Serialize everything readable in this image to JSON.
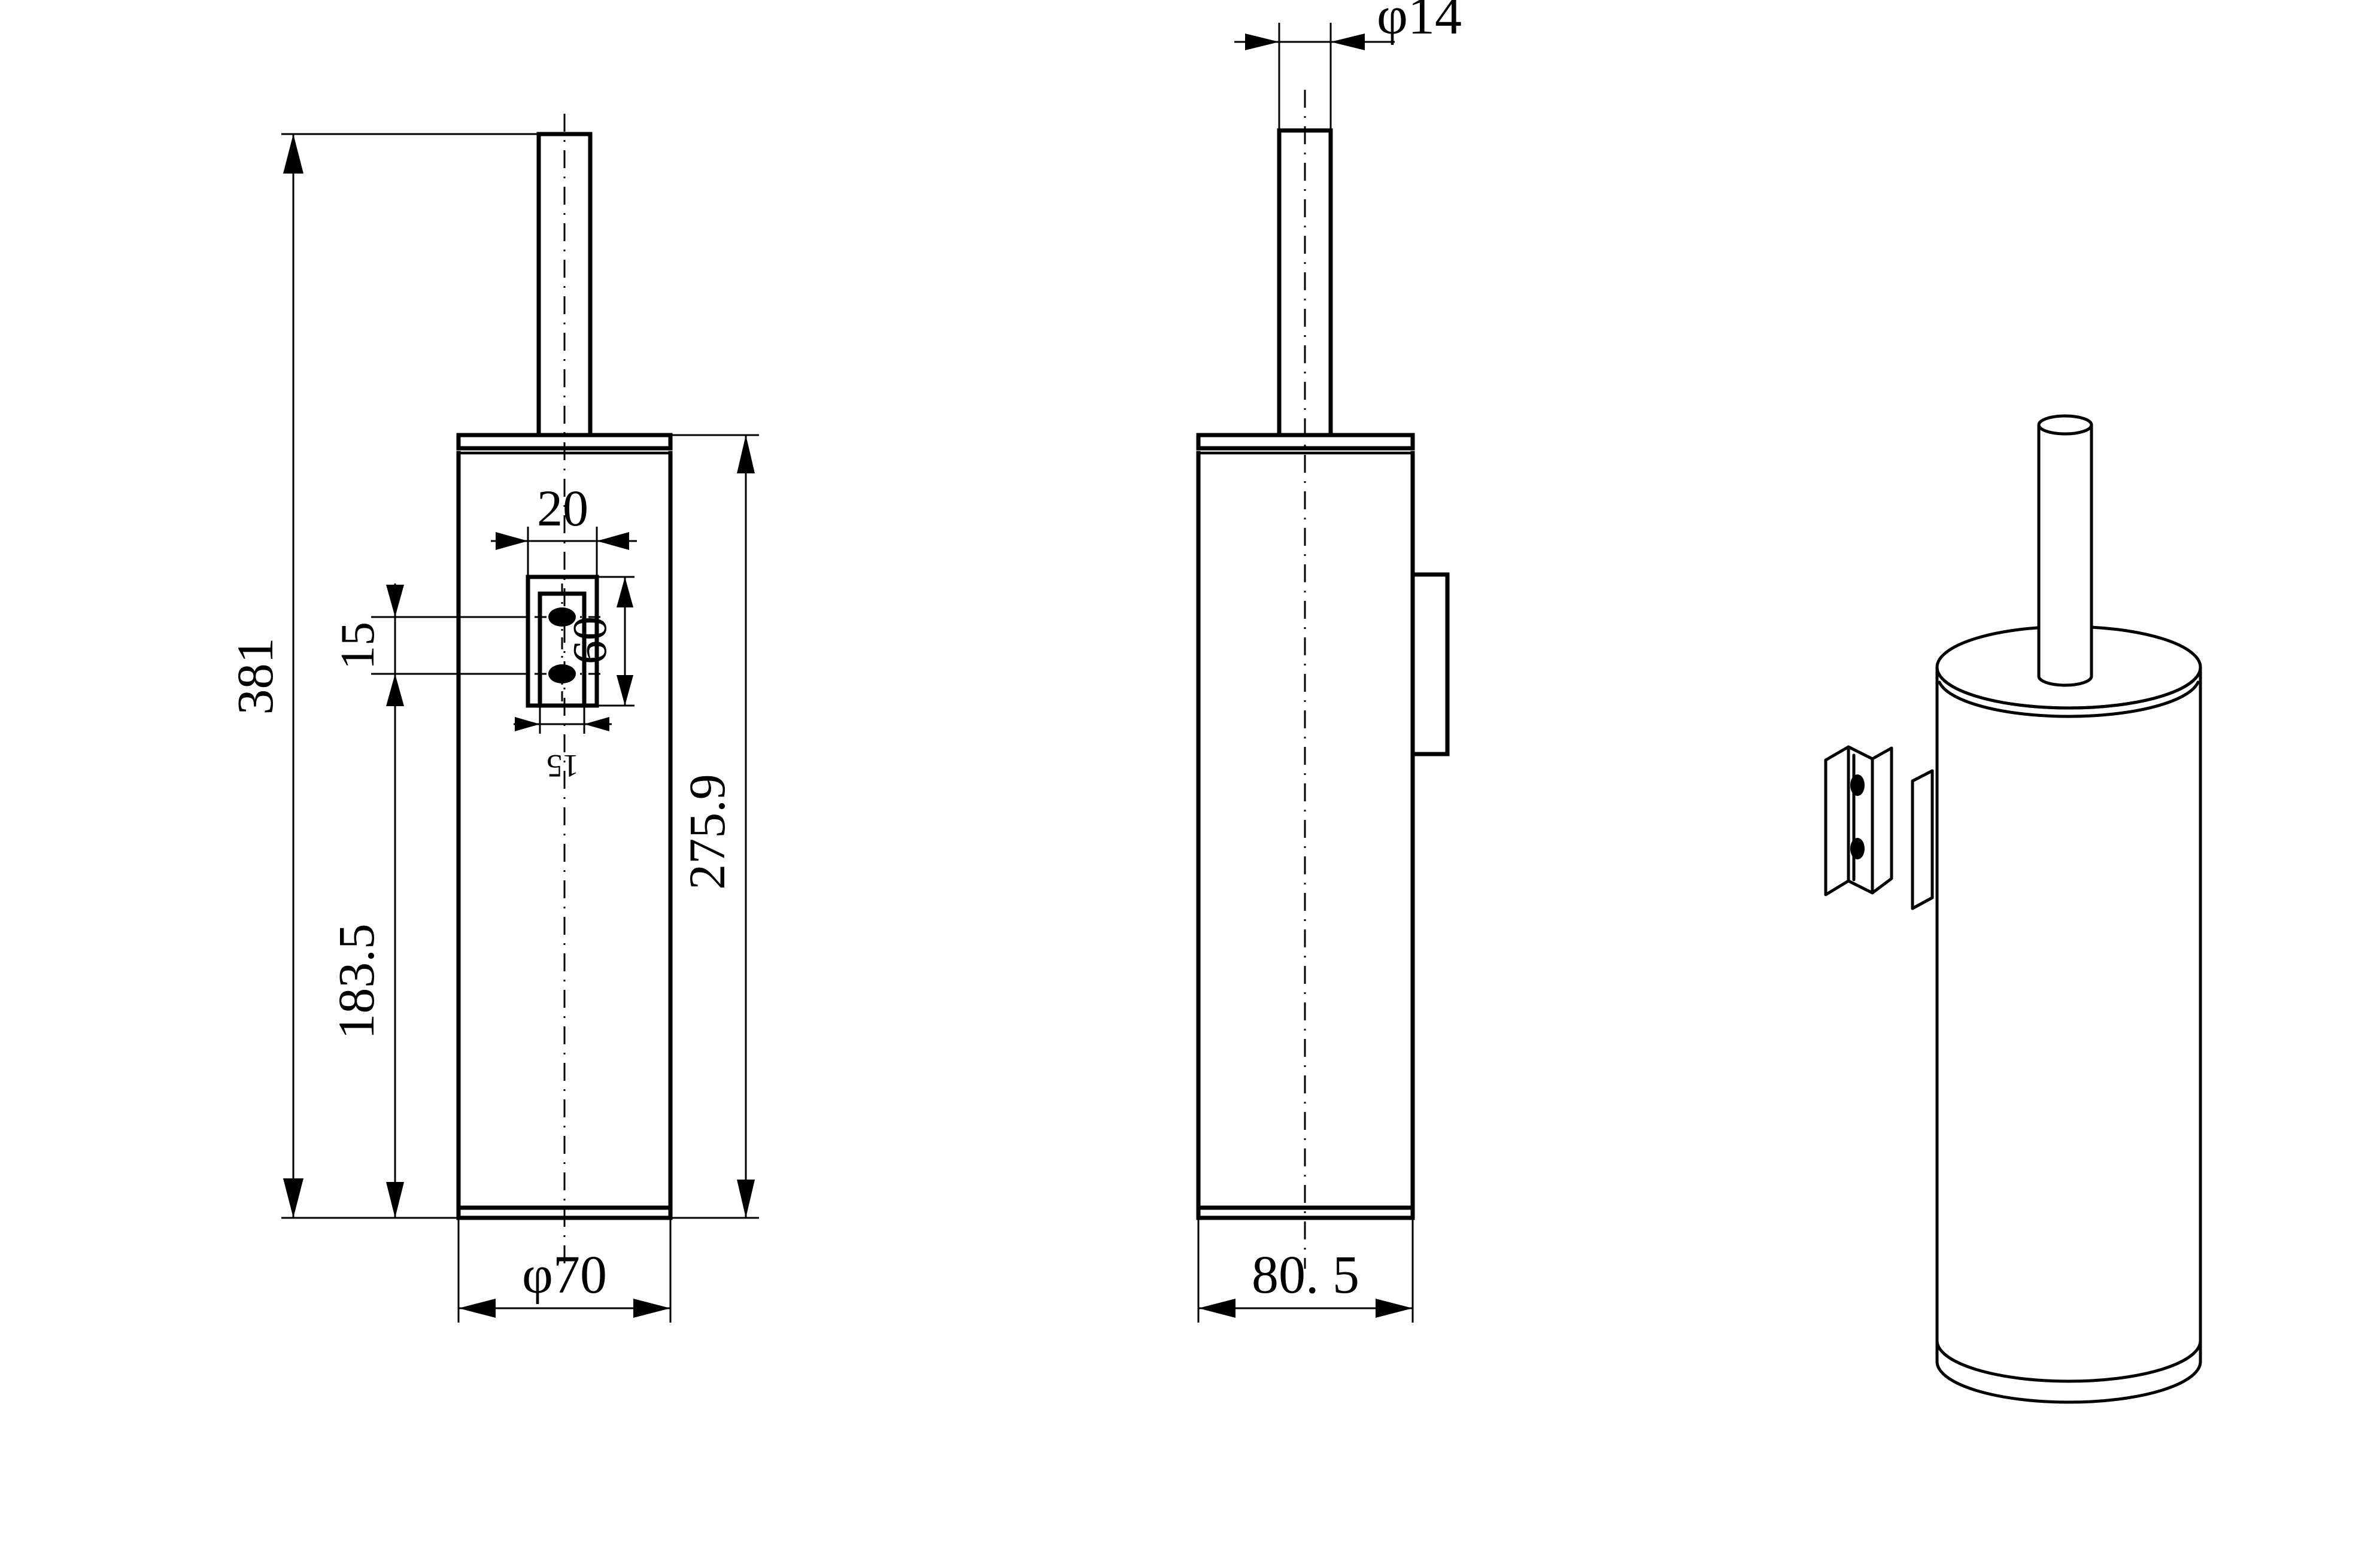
{
  "drawing": {
    "title": "Toilet brush holder – technical dimension drawing",
    "units": "mm",
    "line_color": "#000000",
    "background_color": "#ffffff"
  },
  "views": {
    "front": {
      "name": "front-elevation-view"
    },
    "side": {
      "name": "side-elevation-view"
    },
    "iso": {
      "name": "isometric-3d-view"
    }
  },
  "dimensions": {
    "overall_height": {
      "label": "381",
      "value": 381,
      "orientation": "vertical",
      "view": "front",
      "side": "left"
    },
    "body_height": {
      "label": "275.9",
      "value": 275.9,
      "orientation": "vertical",
      "view": "front",
      "side": "right"
    },
    "bracket_to_bottom": {
      "label": "183.5",
      "value": 183.5,
      "orientation": "vertical",
      "view": "front",
      "side": "left"
    },
    "hole_spacing": {
      "label": "15",
      "value": 15,
      "orientation": "vertical",
      "view": "front",
      "side": "left"
    },
    "bracket_width": {
      "label": "20",
      "value": 20,
      "orientation": "horizontal",
      "view": "front",
      "side": "top"
    },
    "bracket_height": {
      "label": "60",
      "value": 60,
      "orientation": "vertical",
      "view": "front",
      "side": "right"
    },
    "slot_width": {
      "label": "15",
      "value": 15,
      "orientation": "horizontal",
      "view": "front",
      "side": "bottom"
    },
    "body_diameter": {
      "label": "φ70",
      "value": 70,
      "symbol": "φ",
      "orientation": "horizontal",
      "view": "front",
      "side": "bottom"
    },
    "handle_diameter": {
      "label": "φ14",
      "value": 14,
      "symbol": "φ",
      "orientation": "horizontal",
      "view": "side",
      "side": "top"
    },
    "side_depth": {
      "label": "80. 5",
      "value": 80.5,
      "orientation": "horizontal",
      "view": "side",
      "side": "bottom"
    }
  },
  "features": {
    "handle_rod": "cylindrical brush handle rod",
    "lid": "flat lid / cap band",
    "body": "cylindrical container body",
    "wall_bracket": "wall mounting bracket with two keyhole screw slots",
    "mounting_rail": "rear mounting rail on container",
    "keyhole_count": 2
  }
}
